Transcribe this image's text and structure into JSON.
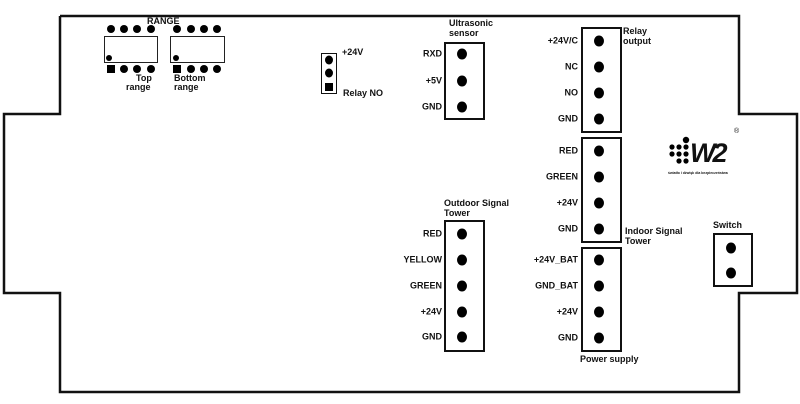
{
  "range": {
    "title": "RANGE",
    "top_label": [
      "Top",
      "range"
    ],
    "bottom_label": [
      "Bottom",
      "range"
    ]
  },
  "relay_no": {
    "top_label": "+24V",
    "bottom_label": "Relay NO"
  },
  "ultrasonic": {
    "title": [
      "Ultrasonic",
      "sensor"
    ],
    "pins": [
      "RXD",
      "+5V",
      "GND"
    ]
  },
  "relay_output": {
    "title": [
      "Relay",
      "output"
    ],
    "pins": [
      "+24V/C",
      "NC",
      "NO",
      "GND"
    ]
  },
  "indoor": {
    "title": [
      "Indoor Signal",
      "Tower"
    ],
    "pins": [
      "RED",
      "GREEN",
      "+24V",
      "GND"
    ]
  },
  "power": {
    "title": "Power supply",
    "pins": [
      "+24V_BAT",
      "GND_BAT",
      "+24V",
      "GND"
    ]
  },
  "outdoor": {
    "title": [
      "Outdoor Signal",
      "Tower"
    ],
    "pins": [
      "RED",
      "YELLOW",
      "GREEN",
      "+24V",
      "GND"
    ]
  },
  "switch": {
    "title": "Switch"
  },
  "logo": {
    "text": "W2",
    "tagline": "światło i dźwięk dla bezpieczeństwa",
    "mark": "®"
  }
}
